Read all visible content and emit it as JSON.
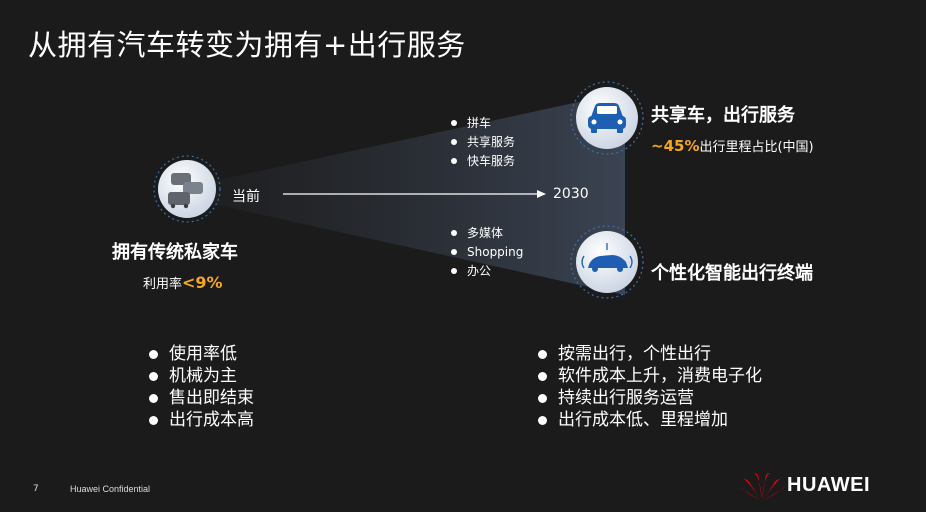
{
  "slide": {
    "title": "从拥有汽车转变为拥有+出行服务",
    "timeline": {
      "start_label": "当前",
      "end_label": "2030"
    },
    "left": {
      "icon": "traffic-cars-icon",
      "title": "拥有传统私家车",
      "subtitle_prefix": "利用率",
      "subtitle_value": "<9%",
      "points": [
        "使用率低",
        "机械为主",
        "售出即结束",
        "出行成本高"
      ]
    },
    "top_branch": {
      "icon": "car-front-icon",
      "title": "共享车，出行服务",
      "subtitle_value": "~45%",
      "subtitle_suffix": "出行里程占比(中国)",
      "points": [
        "拼车",
        "共享服务",
        "快车服务"
      ]
    },
    "bottom_branch": {
      "icon": "smart-car-icon",
      "title": "个性化智能出行终端",
      "points": [
        "多媒体",
        "Shopping",
        "办公"
      ]
    },
    "right_points": [
      "按需出行，个性出行",
      "软件成本上升，消费电子化",
      "持续出行服务运营",
      "出行成本低、里程增加"
    ],
    "footer": {
      "page": "7",
      "confidential": "Huawei Confidential",
      "logo_text": "HUAWEI"
    },
    "colors": {
      "accent": "#f5a623",
      "background": "#1b1b1b",
      "cone": "#3b4250",
      "icon_blue": "#1f5fb3",
      "logo_red": "#e60012"
    }
  }
}
